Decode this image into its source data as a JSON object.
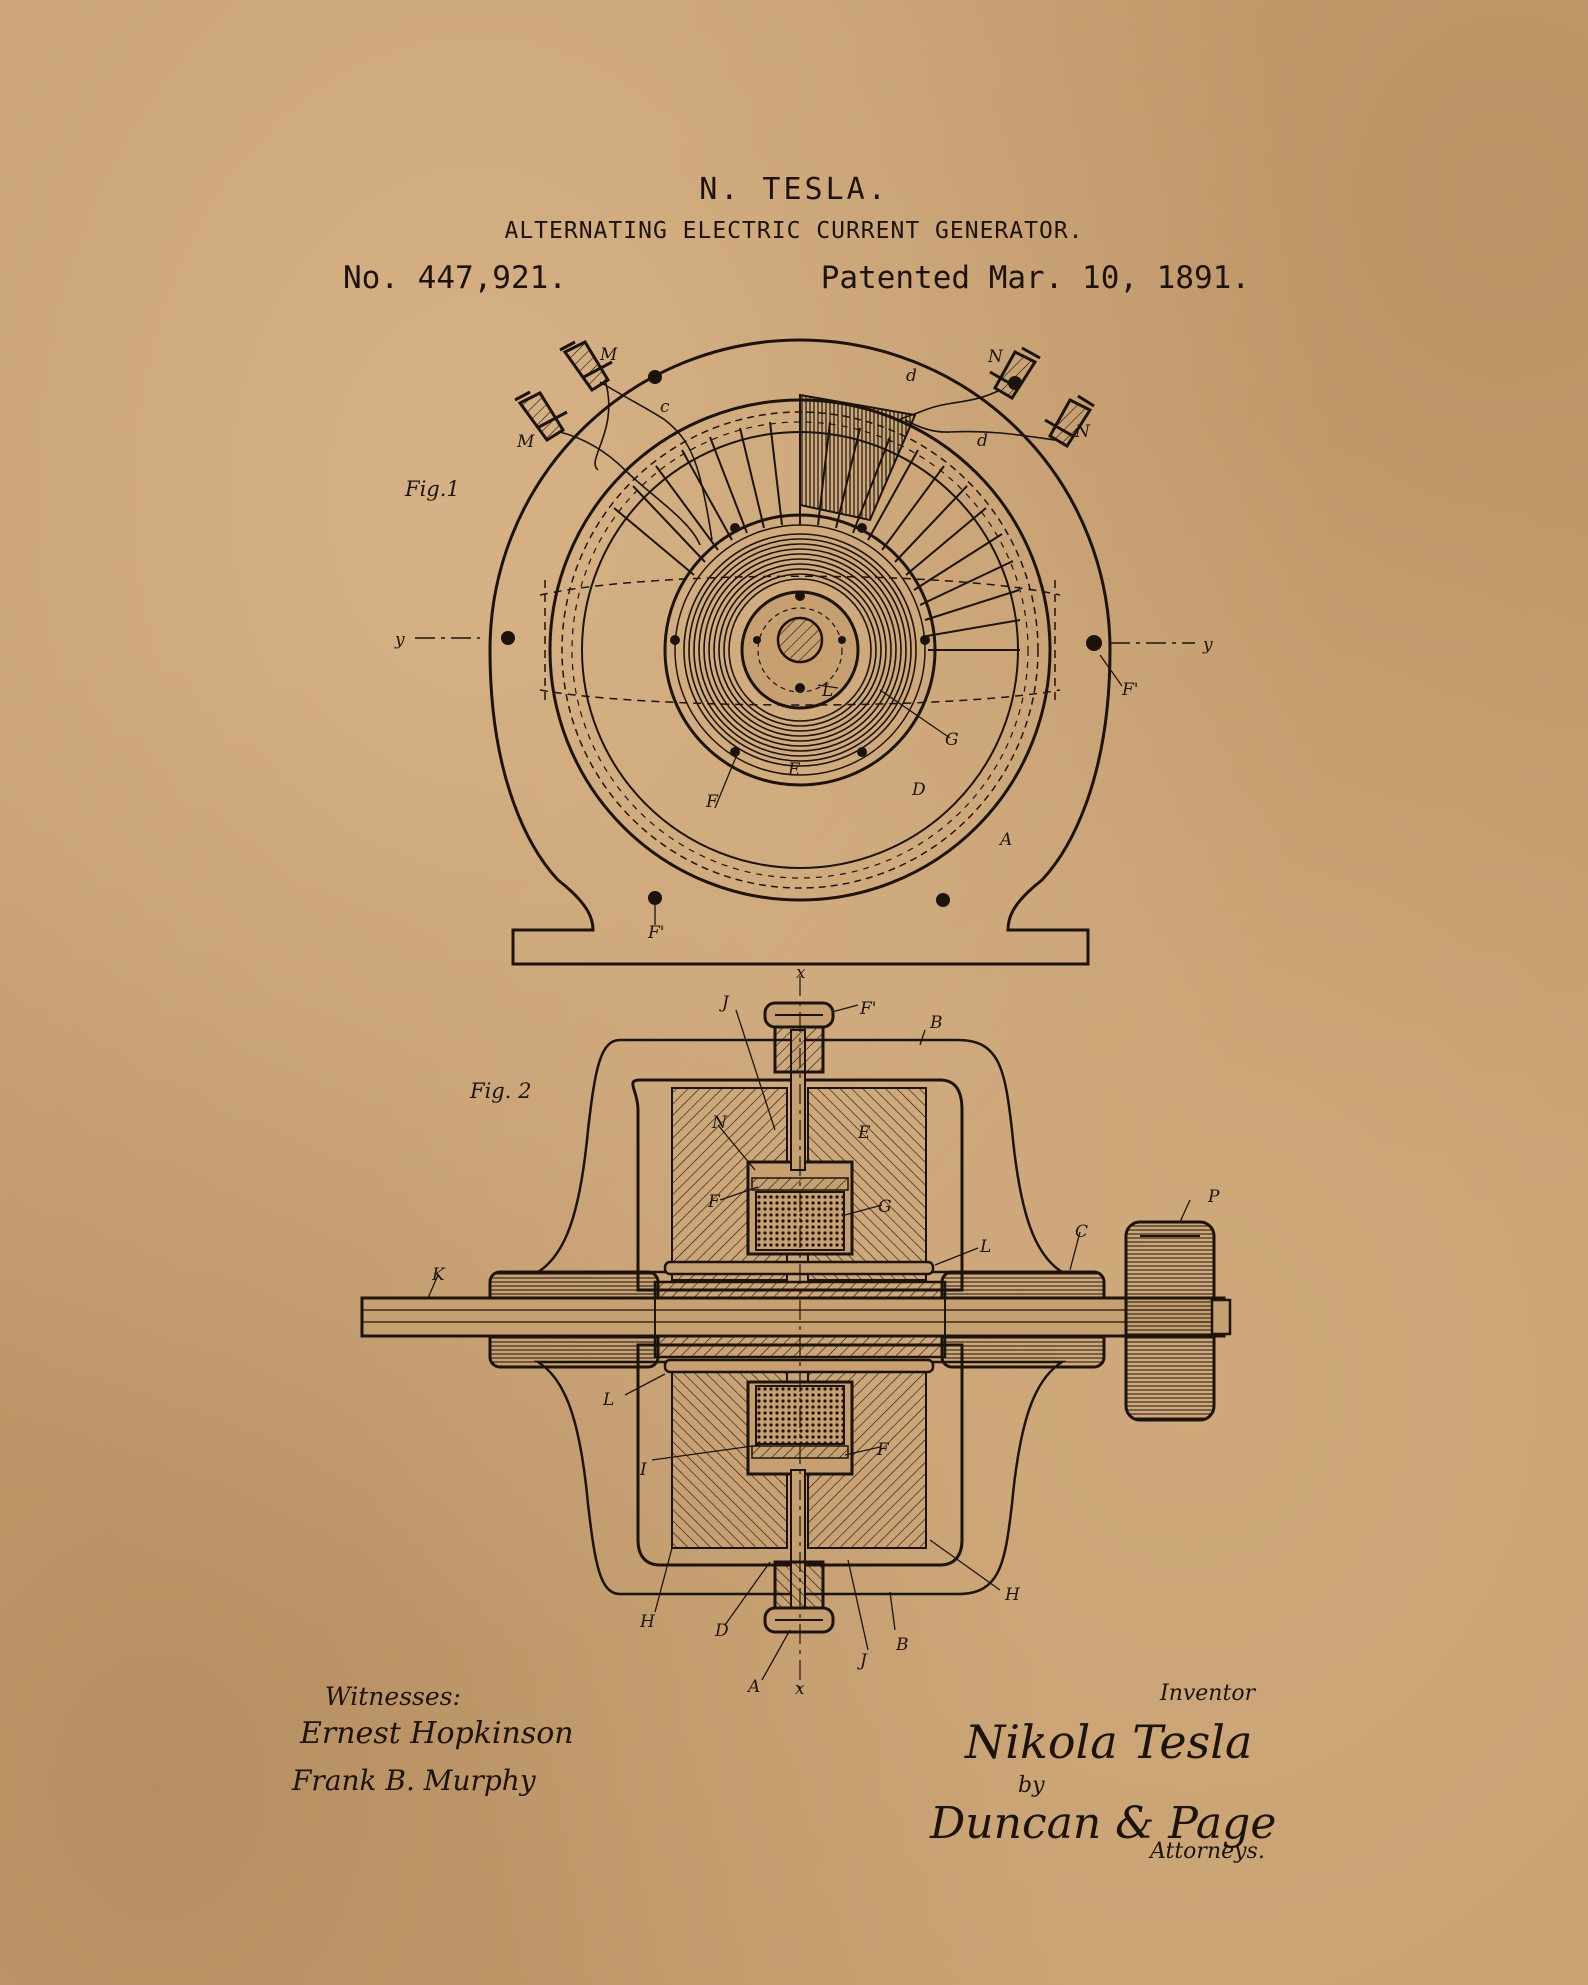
{
  "header": {
    "inventor_name": "N. TESLA.",
    "title": "ALTERNATING ELECTRIC CURRENT GENERATOR.",
    "patent_number": "No. 447,921.",
    "patent_date": "Patented Mar. 10, 1891."
  },
  "figures": {
    "fig1_label": "Fig.1",
    "fig2_label": "Fig. 2"
  },
  "fig1_labels": {
    "M_top": "M",
    "M_left": "M",
    "N_top": "N",
    "N_right": "N",
    "c": "c",
    "d_top": "d",
    "d_mid": "d",
    "y_left": "y",
    "y_right": "y",
    "F_prime_right": "F'",
    "L": "L",
    "G": "G",
    "E": "E",
    "F": "F",
    "D": "D",
    "A": "A",
    "F_prime_bottom": "F'"
  },
  "fig2_labels": {
    "x_top": "x",
    "J_top": "J",
    "F_prime": "F'",
    "B_top": "B",
    "N": "N",
    "E": "E",
    "F_upper": "F",
    "G": "G",
    "L_right": "L",
    "P": "P",
    "C": "C",
    "K": "K",
    "L_left": "L",
    "I": "I",
    "F_lower": "F",
    "H_right": "H",
    "H_left": "H",
    "D": "D",
    "J_bottom": "J",
    "B_bottom": "B",
    "A": "A",
    "x_bottom": "x"
  },
  "signatures": {
    "witnesses_label": "Witnesses:",
    "witness_1": "Ernest Hopkinson",
    "witness_2": "Frank B. Murphy",
    "inventor_label": "Inventor",
    "inventor_signature": "Nikola Tesla",
    "by": "by",
    "attorneys_signature": "Duncan & Page",
    "attorneys_label": "Attorneys."
  }
}
